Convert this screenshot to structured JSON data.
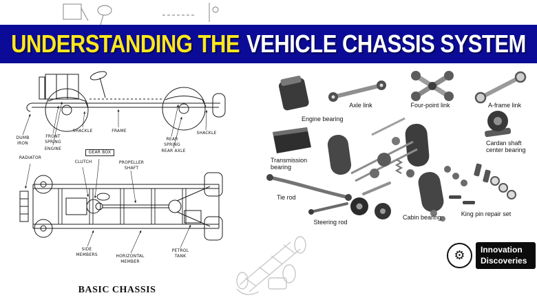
{
  "banner": {
    "title_highlight": "UNDERSTANDING THE",
    "title_rest": "VEHICLE CHASSIS SYSTEM"
  },
  "basic_chassis": {
    "caption": "BASIC CHASSIS",
    "labels": {
      "dumb_iron": "DUMB IRON",
      "front_spring": "FRONT SPRING",
      "shackle_left": "SHACKLE",
      "frame": "FRAME",
      "engine": "ENGINE",
      "rear_spring": "REAR SPRING",
      "shackle_right": "SHACKLE",
      "rear_axle": "REAR AXLE",
      "radiator": "RADIATOR",
      "clutch": "CLUTCH",
      "gear_box": "GEAR BOX",
      "propeller_shaft": "PROPELLER SHAFT",
      "side_members": "SIDE MEMBERS",
      "horizontal_member": "HORIZONTAL MEMBER",
      "petrol_tank": "PETROL TANK"
    }
  },
  "parts_diagram": {
    "labels": {
      "engine_bearing": "Engine bearing",
      "axle_link": "Axle link",
      "four_point_link": "Four-point link",
      "a_frame_link": "A-frame link",
      "transmission_bearing": "Transmission bearing",
      "cardan_center_bearing": "Cardan shaft center bearing",
      "tie_rod": "Tie rod",
      "steering_rod": "Steering rod",
      "cabin_bearing": "Cabin bearing",
      "king_pin_repair_set": "King pin repair set"
    }
  },
  "logo": {
    "line1": "Innovation",
    "line2": "Discoveries",
    "icon_glyph": "⚙"
  },
  "colors": {
    "banner_bg": "#0b0b97",
    "banner_highlight": "#ffe81c",
    "banner_text": "#ffffff"
  }
}
